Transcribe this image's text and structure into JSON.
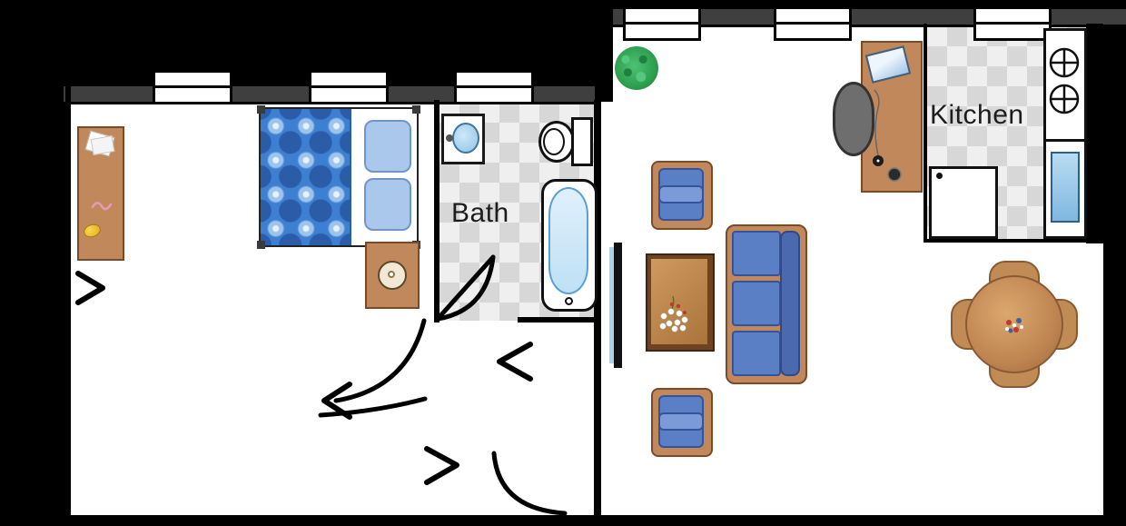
{
  "floorplan": {
    "labels": {
      "bath": "Bath",
      "kitchen": "Kitchen"
    },
    "colors": {
      "background": "#000000",
      "floor": "#ffffff",
      "wall_gray": "#3f3f3f",
      "wall_black": "#000000",
      "tile_light": "#efefef",
      "tile_dark": "#d7d7d7",
      "wood": "#c1895b",
      "wood_dark": "#7a4b26",
      "upholstery_blue": "#5b7fc4",
      "quilt_blue": "#3d7fd0",
      "water_blue": "#bfe0f5",
      "plant_green": "#2e9e4f"
    },
    "rooms": [
      "study-nook",
      "bedroom",
      "bathroom",
      "living-area",
      "home-office",
      "kitchen",
      "dining-area"
    ],
    "furniture": [
      "writing-desk",
      "double-bed",
      "nightstand-with-lamp",
      "bathroom-sink",
      "toilet",
      "bathtub",
      "tv",
      "armchair",
      "armchair",
      "coffee-table-with-flowers",
      "sofa",
      "potted-tree",
      "office-desk-with-monitor",
      "office-chair",
      "stove-two-burners",
      "kitchen-sink",
      "refrigerator",
      "round-dining-table",
      "dining-chairs"
    ],
    "window_count": 6,
    "door_swing_count": 4
  }
}
